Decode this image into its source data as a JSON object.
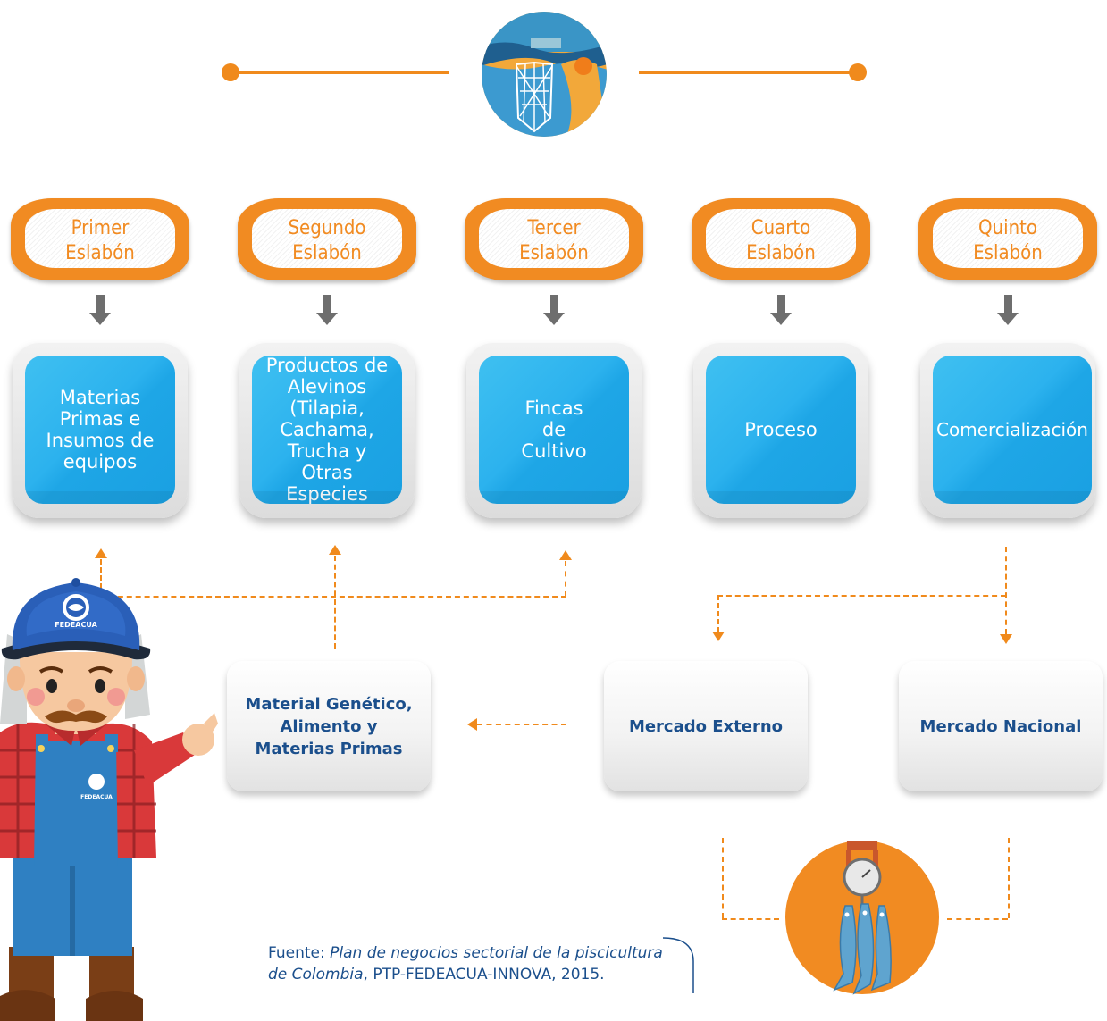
{
  "links": [
    {
      "title_line1": "Primer",
      "title_line2": "Eslabón",
      "content": "Materias Primas e Insumos de equipos"
    },
    {
      "title_line1": "Segundo",
      "title_line2": "Eslabón",
      "content": "Productos de Alevinos (Tilapia, Cachama, Trucha y Otras Especies"
    },
    {
      "title_line1": "Tercer",
      "title_line2": "Eslabón",
      "content": "Fincas de Cultivo"
    },
    {
      "title_line1": "Cuarto",
      "title_line2": "Eslabón",
      "content": "Proceso"
    },
    {
      "title_line1": "Quinto",
      "title_line2": "Eslabón",
      "content": "Comercialización"
    }
  ],
  "boxes": {
    "inputs": "Material Genético, Alimento y Materias Primas",
    "external": "Mercado Externo",
    "national": "Mercado Nacional"
  },
  "source": {
    "prefix": "Fuente: ",
    "title": "Plan de negocios sectorial de la piscicultura de Colombia",
    "suffix": ", PTP-FEDEACUA-INNOVA, 2015."
  },
  "branding": {
    "cap_logo": "FEDEACUA",
    "overall_logo": "FEDEACUA"
  },
  "colors": {
    "orange": "#f08a1c",
    "blue": "#2cb2ee",
    "navy": "#1b4f8c",
    "gray_arrow": "#6e6e6e"
  },
  "icons": [
    "fishing-net-icon",
    "scale-fish-icon",
    "fisherman-character"
  ]
}
